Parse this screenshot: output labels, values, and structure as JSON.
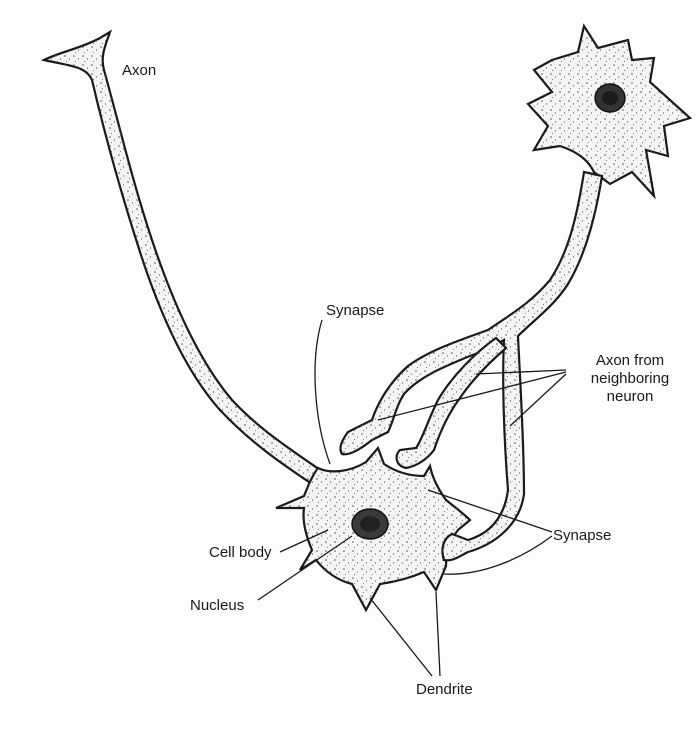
{
  "labels": {
    "axon": "Axon",
    "synapse_top": "Synapse",
    "axon_from_line1": "Axon from",
    "axon_from_line2": "neighboring",
    "axon_from_line3": "neuron",
    "synapse_right": "Synapse",
    "cell_body": "Cell body",
    "nucleus": "Nucleus",
    "dendrite": "Dendrite"
  },
  "colors": {
    "ink": "#1a1a1a",
    "cell_fill": "#f4f4f2",
    "stipple": "#555555",
    "nucleus": "#2a2a2a"
  }
}
